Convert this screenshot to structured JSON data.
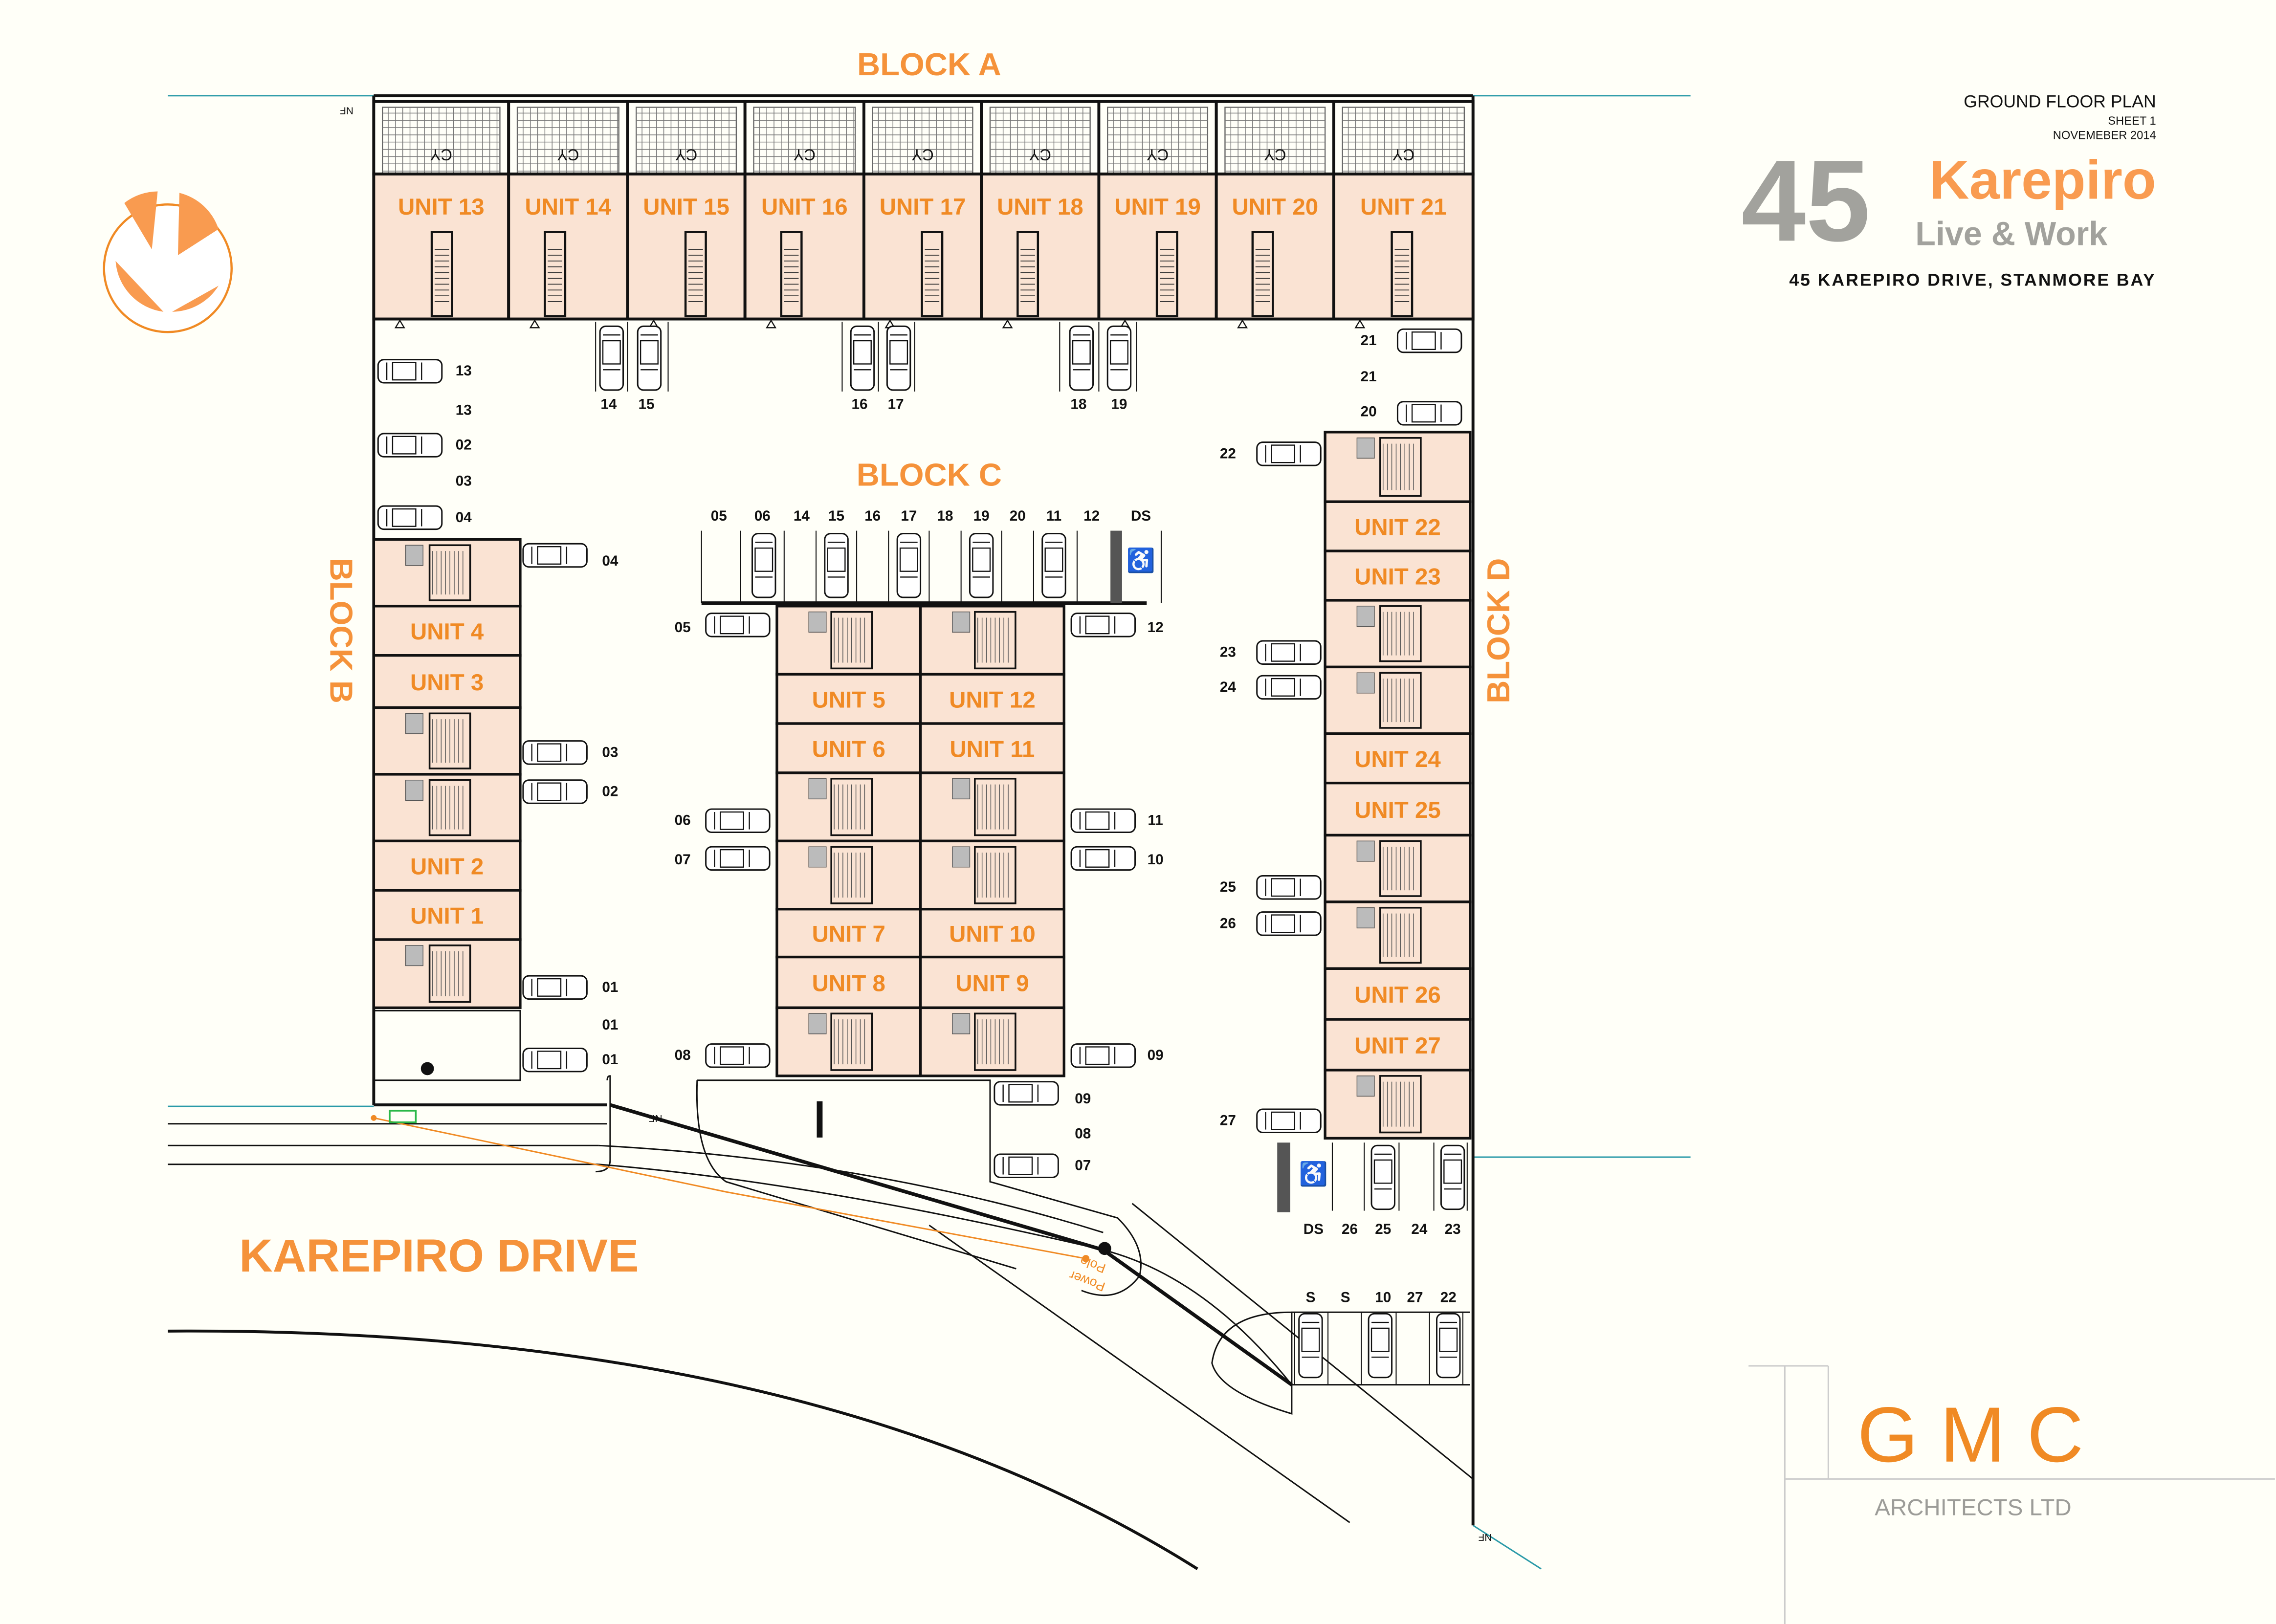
{
  "title_block": {
    "plan_title": "GROUND FLOOR PLAN",
    "sheet": "SHEET 1",
    "date": "NOVEMEBER 2014",
    "brand_number": "45",
    "brand_name": "Karepiro",
    "brand_tagline": "Live & Work",
    "address": "45 KAREPIRO DRIVE, STANMORE BAY"
  },
  "architect": {
    "name": "G M C",
    "subtitle": "ARCHITECTS LTD"
  },
  "blocks": {
    "a": "BLOCK A",
    "b": "BLOCK B",
    "c": "BLOCK C",
    "d": "BLOCK D"
  },
  "street": "KAREPIRO DRIVE",
  "power_pole": [
    "Power",
    "Pole"
  ],
  "north_marker": "NF",
  "courtyard_label": "CY",
  "units": [
    "UNIT 13",
    "UNIT 14",
    "UNIT 15",
    "UNIT 16",
    "UNIT 17",
    "UNIT 18",
    "UNIT 19",
    "UNIT 20",
    "UNIT 21",
    "UNIT 4",
    "UNIT 3",
    "UNIT 2",
    "UNIT 1",
    "UNIT 5",
    "UNIT 12",
    "UNIT 6",
    "UNIT 11",
    "UNIT 7",
    "UNIT 10",
    "UNIT 8",
    "UNIT 9",
    "UNIT 22",
    "UNIT 23",
    "UNIT 24",
    "UNIT 25",
    "UNIT 26",
    "UNIT 27"
  ],
  "parking_labels": [
    "13",
    "13",
    "02",
    "03",
    "04",
    "14",
    "15",
    "16",
    "17",
    "18",
    "19",
    "21",
    "21",
    "20",
    "05",
    "06",
    "14",
    "15",
    "16",
    "17",
    "18",
    "19",
    "20",
    "11",
    "12",
    "DS",
    "05",
    "12",
    "06",
    "07",
    "11",
    "10",
    "08",
    "09",
    "04",
    "03",
    "02",
    "01",
    "01",
    "01",
    "09",
    "08",
    "07",
    "22",
    "23",
    "24",
    "25",
    "26",
    "27",
    "DS",
    "26",
    "25",
    "24",
    "23",
    "S",
    "S",
    "10",
    "27",
    "22"
  ],
  "colors": {
    "accent": "#f08a24",
    "unit_fill": "#fae3d3",
    "boundary": "#2a9aa8",
    "gray": "#9c9c98"
  }
}
